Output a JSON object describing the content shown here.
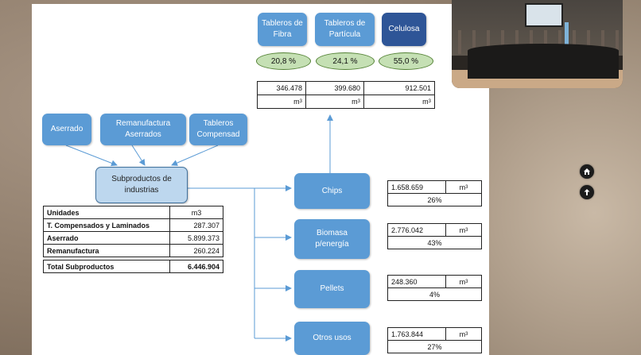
{
  "top_products": [
    {
      "label": "Tableros de Fibra",
      "percent": "20,8 %",
      "volume": "346.478",
      "unit": "m",
      "unit_exp": "3"
    },
    {
      "label": "Tableros de Partícula",
      "percent": "24,1 %",
      "volume": "399.680",
      "unit": "m",
      "unit_exp": "3"
    },
    {
      "label": "Celulosa",
      "percent": "55,0 %",
      "volume": "912.501",
      "unit": "m",
      "unit_exp": "3"
    }
  ],
  "sources": [
    "Aserrado",
    "Remanufactura Aserrados",
    "Tableros Compensad"
  ],
  "hub_label": "Subproductos de industrias",
  "table": {
    "header": [
      "Unidades",
      "m3"
    ],
    "rows": [
      [
        "T. Compensados y Laminados",
        "287.307"
      ],
      [
        "Aserrado",
        "5.899.373"
      ],
      [
        "Remanufactura",
        "260.224"
      ],
      [
        "Total Subproductos",
        "6.446.904"
      ]
    ]
  },
  "destinations": [
    {
      "label": "Chips",
      "value": "1.658.659",
      "unit": "m",
      "unit_exp": "3",
      "percent": "26%"
    },
    {
      "label": "Biomasa p/energía",
      "value": "2.776.042",
      "unit": "m",
      "unit_exp": "3",
      "percent": "43%"
    },
    {
      "label": "Pellets",
      "value": "248.360",
      "unit": "m",
      "unit_exp": "3",
      "percent": "4%"
    },
    {
      "label": "Otros usos",
      "value": "1.763.844",
      "unit": "m",
      "unit_exp": "3",
      "percent": "27%"
    }
  ],
  "controls": {
    "home_icon": "home-icon",
    "back_icon": "back-arrow-icon"
  },
  "colors": {
    "box_blue": "#5b9bd5",
    "box_dark": "#2e5597",
    "oval_green": "#c5e0b4"
  }
}
